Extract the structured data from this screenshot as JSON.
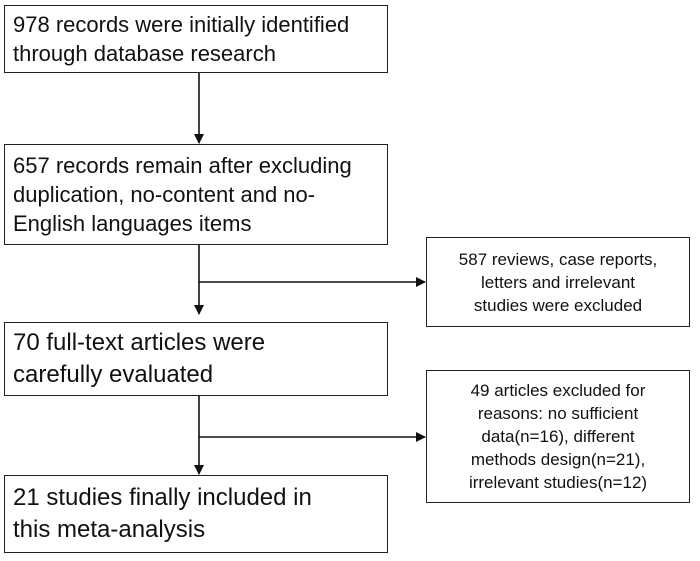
{
  "boxes": {
    "identified": "978 records were initially identified\nthrough database research",
    "screened": "657 records remain after excluding\nduplication, no-content and no-\nEnglish languages items",
    "excluded_first": "587 reviews, case reports,\nletters and irrelevant\nstudies were excluded",
    "evaluated": "70 full-text articles were\ncarefully evaluated",
    "excluded_second": "49 articles excluded for\nreasons: no sufficient\ndata(n=16), different\nmethods design(n=21),\nirrelevant studies(n=12)",
    "included": "21 studies finally included in\nthis meta-analysis"
  }
}
